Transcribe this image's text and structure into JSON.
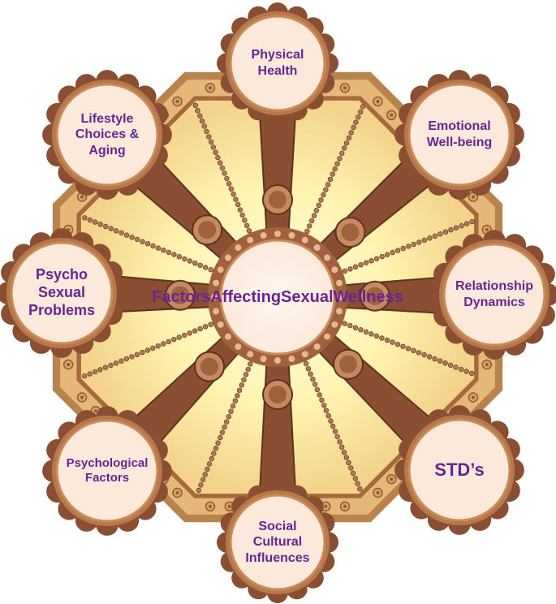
{
  "center": {
    "lines": [
      "Factors",
      "Affecting",
      "Sexual",
      "Wellness"
    ]
  },
  "factors": [
    {
      "id": "physical-health",
      "lines": [
        "Physical",
        "Health"
      ]
    },
    {
      "id": "emotional-well-being",
      "lines": [
        "Emotional",
        "Well-being"
      ]
    },
    {
      "id": "relationship-dynamics",
      "lines": [
        "Relationship",
        "Dynamics"
      ]
    },
    {
      "id": "stds",
      "lines": [
        "STD’s"
      ]
    },
    {
      "id": "social-cultural-influences",
      "lines": [
        "Social",
        "Cultural",
        "Influences"
      ]
    },
    {
      "id": "psychological-factors",
      "lines": [
        "Psychological",
        "Factors"
      ]
    },
    {
      "id": "psycho-sexual-problems",
      "lines": [
        "Psycho",
        "Sexual",
        "Problems"
      ]
    },
    {
      "id": "lifestyle-choices-aging",
      "lines": [
        "Lifestyle",
        "Choices &",
        "Aging"
      ]
    }
  ],
  "colors": {
    "text": "#6a2491",
    "circle_fill": "#fbe9dc",
    "circle_ring": "#c98a55",
    "spoke": "#8a4f33",
    "rim": "#c99a5c",
    "glow": "#fff4b0"
  }
}
